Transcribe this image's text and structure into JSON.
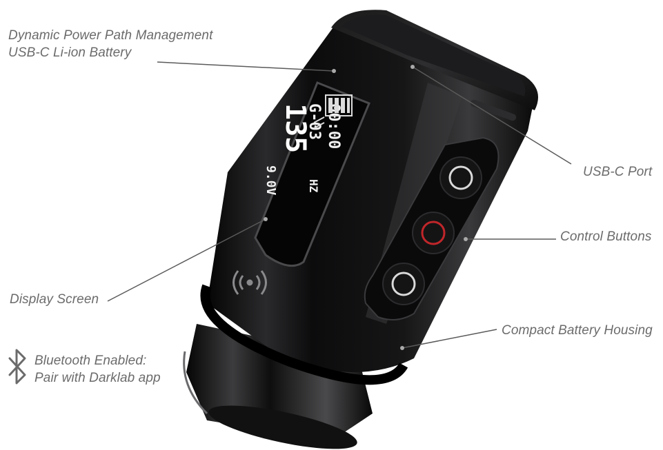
{
  "callouts": {
    "power_line1": "Dynamic Power Path Management",
    "power_line2": "USB-C Li-ion Battery",
    "usbc_port": "USB-C  Port",
    "control_buttons": "Control Buttons",
    "display_screen": "Display Screen",
    "housing": "Compact Battery Housing",
    "bluetooth_line1": "Bluetooth Enabled:",
    "bluetooth_line2": "Pair with Darklab app"
  },
  "screen": {
    "voltage": "9.0V",
    "big_digits": "135",
    "freq": "HZ",
    "duty": "G-03",
    "time": "00:00"
  },
  "colors": {
    "label_text": "#6b6b6b",
    "leader_line": "#5a5a5a",
    "body": "#0f0f10",
    "center_button_ring": "#c0262a",
    "button_ring": "#d9d9d9"
  },
  "icons": [
    "bluetooth-icon",
    "wireless-signal-icon",
    "battery-level-icon",
    "timer-icon"
  ]
}
